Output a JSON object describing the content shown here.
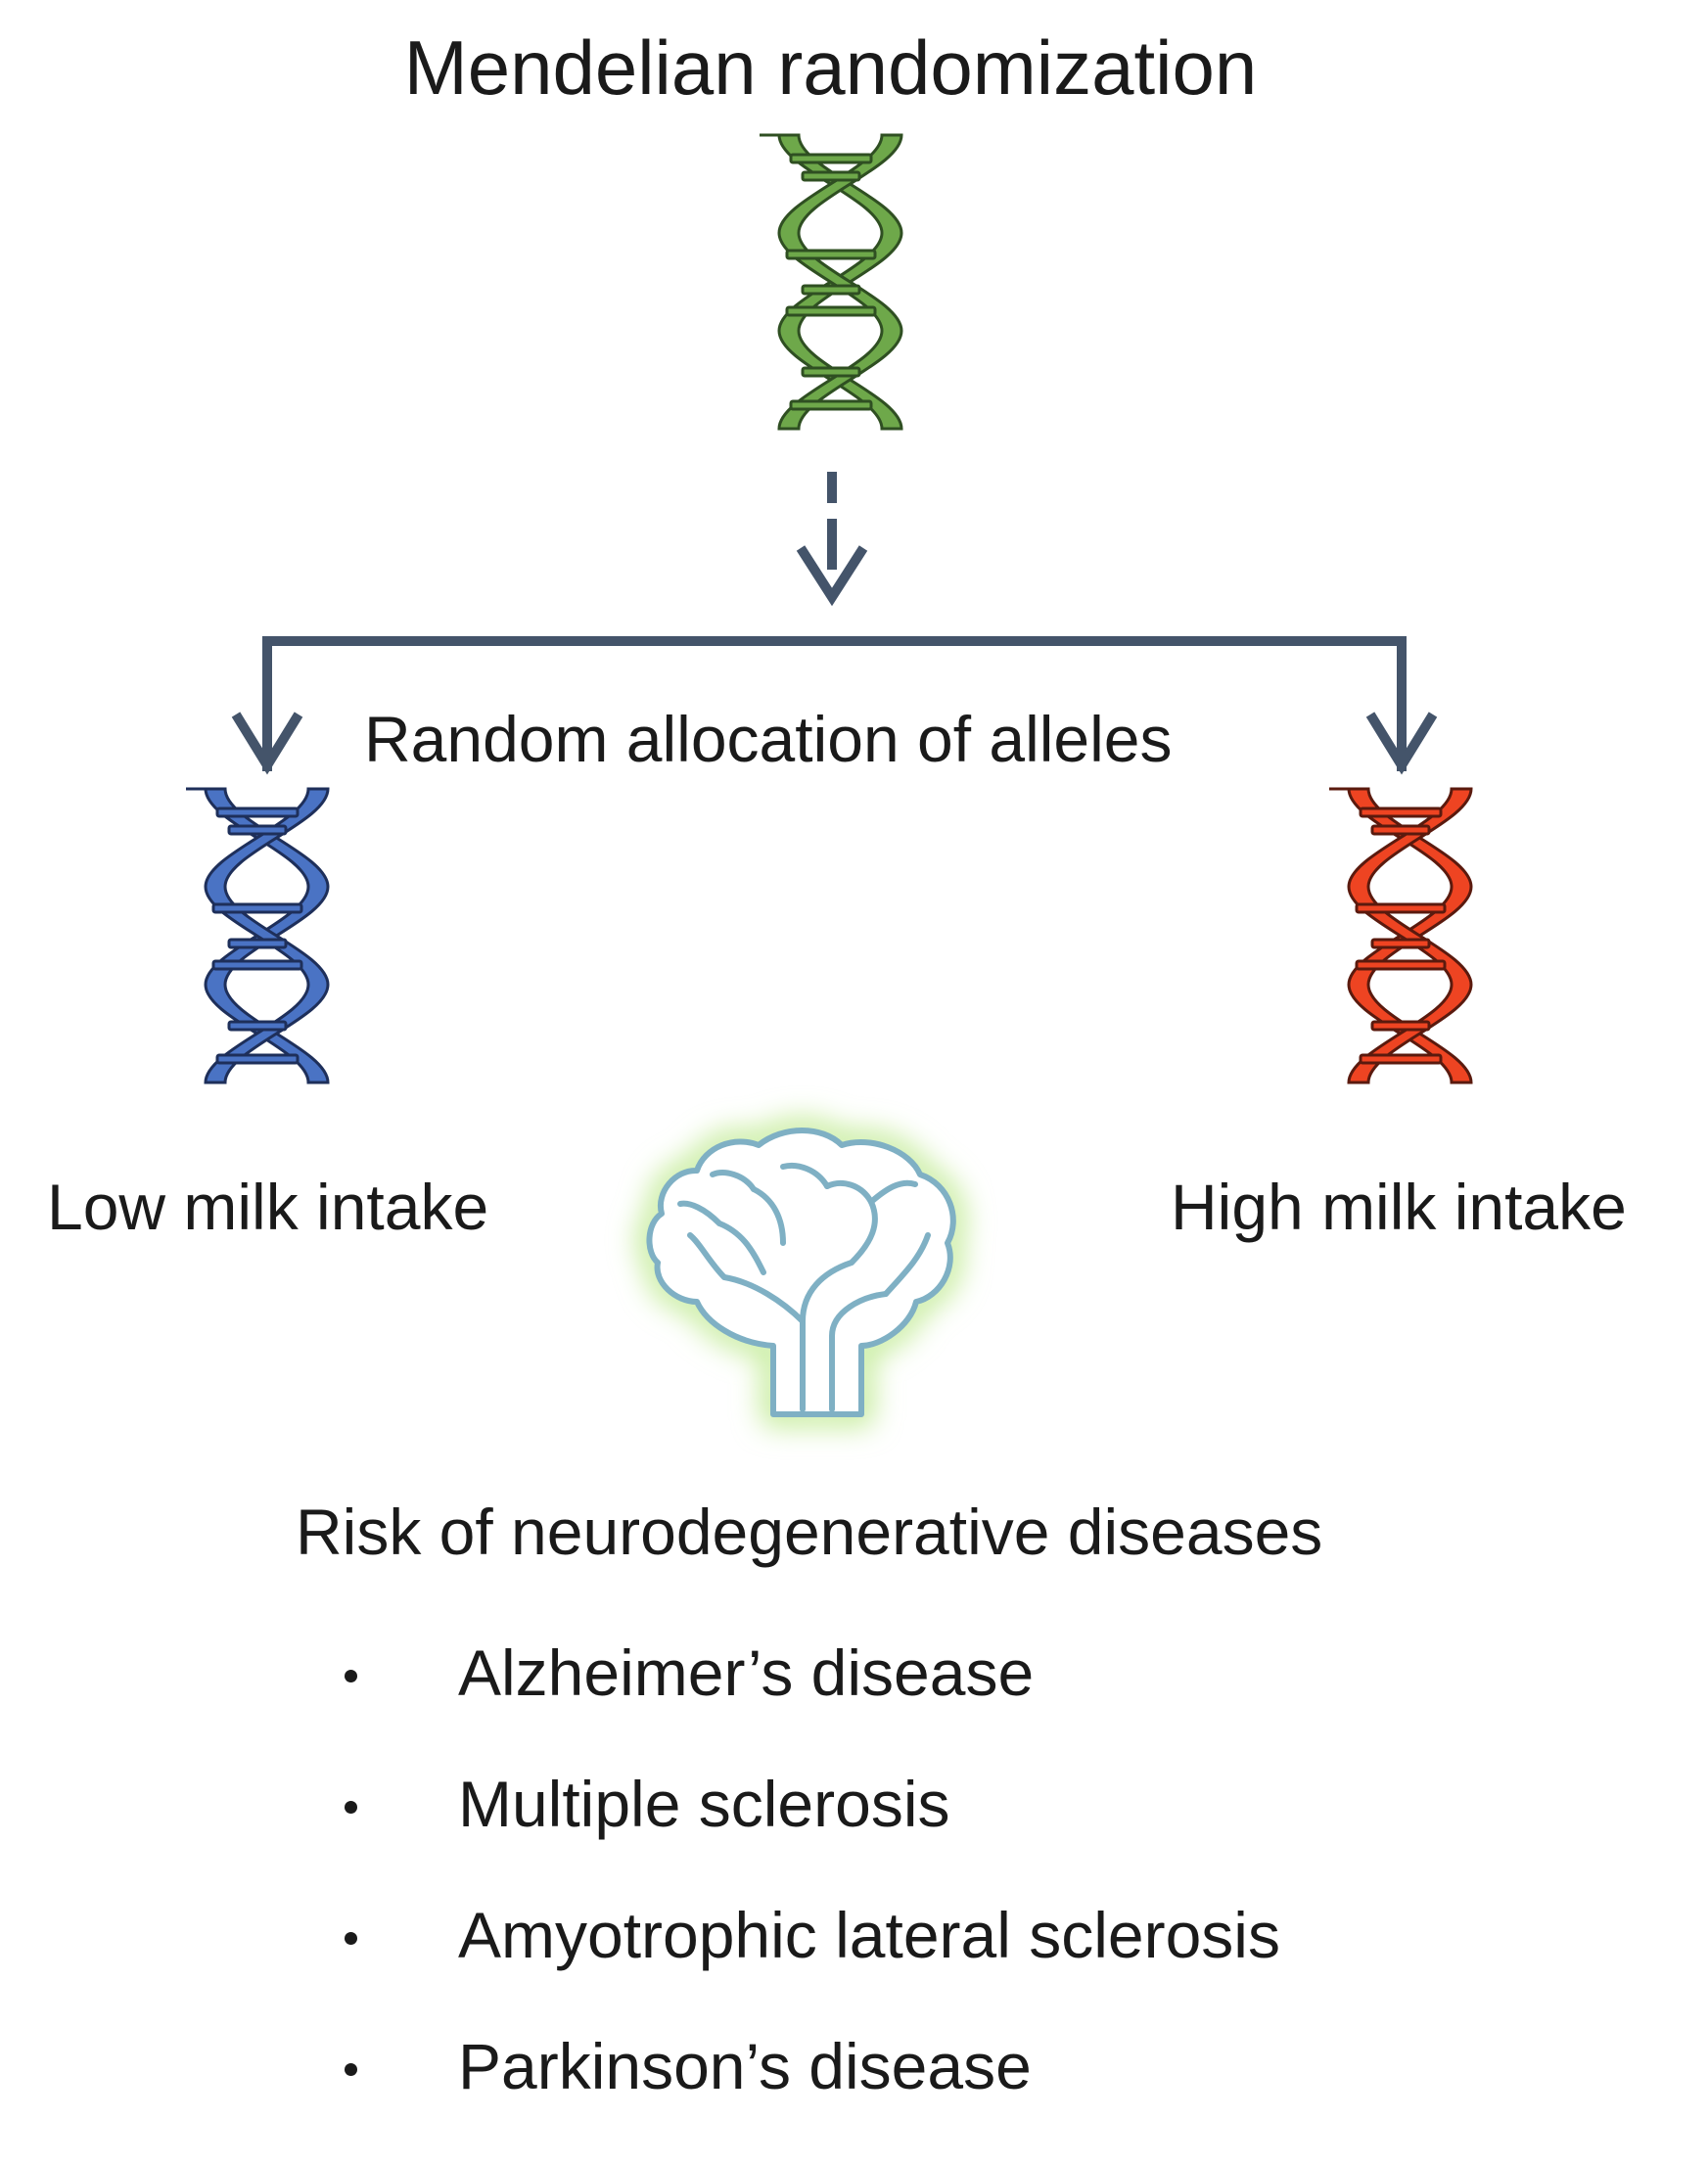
{
  "title": "Mendelian randomization",
  "allocation_label": "Random allocation of alleles",
  "groups": {
    "low": "Low milk intake",
    "high": "High milk intake"
  },
  "outcome": {
    "heading": "Risk of neurodegenerative diseases",
    "diseases": [
      "Alzheimer’s disease",
      "Multiple sclerosis",
      "Amyotrophic lateral sclerosis",
      "Parkinson’s disease"
    ]
  },
  "icons": {
    "top_dna": "dna-icon",
    "low_dna": "dna-icon",
    "high_dna": "dna-icon",
    "brain": "brain-icon"
  },
  "colors": {
    "dna_green": "#6ea84a",
    "dna_blue": "#4a73c4",
    "dna_red": "#ee4422",
    "arrow": "#44546a",
    "brain_stroke": "#7fb0c4",
    "brain_glow": "#c6ec9c"
  }
}
